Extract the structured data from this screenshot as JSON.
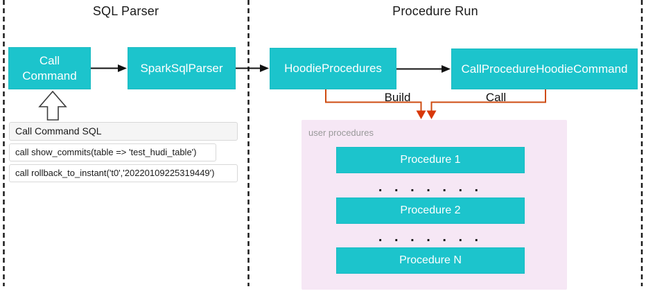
{
  "colors": {
    "node_teal": "#1cc4cc",
    "connector_orange": "#ce4b10",
    "arrowhead_orange": "#d8380a",
    "panel_pink": "#f6e7f5",
    "muted_label_gray": "#999999",
    "arrow_black": "#111111"
  },
  "regions": {
    "sql_parser": {
      "title": "SQL Parser"
    },
    "procedure_run": {
      "title": "Procedure Run"
    }
  },
  "nodes": {
    "call_command": "Call Command",
    "spark_sql_parser": "SparkSqlParser",
    "hoodie_procedures": "HoodieProcedures",
    "call_procedure_hoodie_command": "CallProcedureHoodieCommand"
  },
  "edges": {
    "build_label": "Build",
    "call_label": "Call"
  },
  "sql_panel": {
    "title": "Call Command SQL",
    "statements": [
      "call show_commits(table => 'test_hudi_table')",
      "call rollback_to_instant('t0','20220109225319449')"
    ]
  },
  "user_procedures": {
    "label": "user procedures",
    "items": [
      "Procedure 1",
      "Procedure 2",
      "Procedure N"
    ],
    "ellipsis": ". . . . . . ."
  }
}
